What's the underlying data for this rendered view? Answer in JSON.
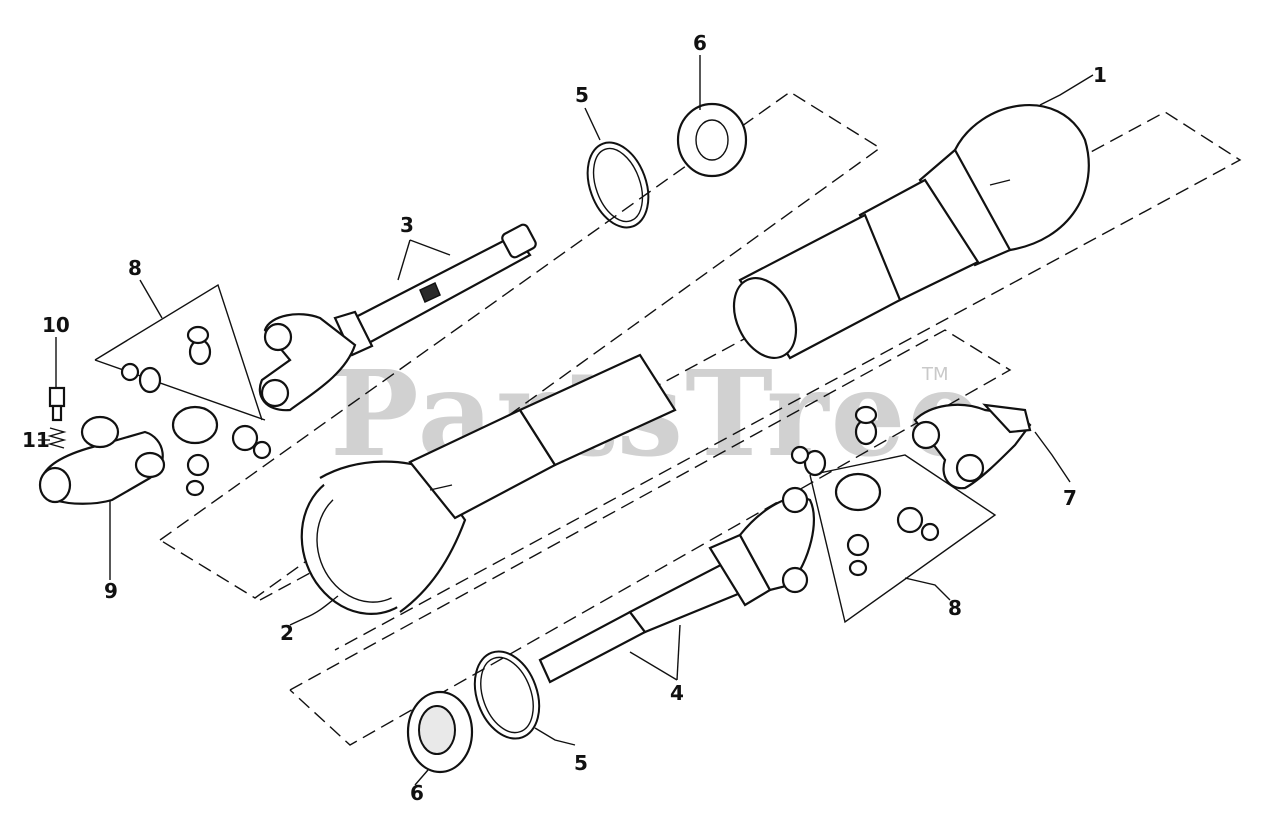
{
  "watermark": {
    "text": "PartsTree",
    "trademark": "TM"
  },
  "callouts": {
    "c1": "1",
    "c2": "2",
    "c3": "3",
    "c4": "4",
    "c5a": "5",
    "c5b": "5",
    "c6a": "6",
    "c6b": "6",
    "c7": "7",
    "c8a": "8",
    "c8b": "8",
    "c9": "9",
    "c10": "10",
    "c11": "11"
  }
}
